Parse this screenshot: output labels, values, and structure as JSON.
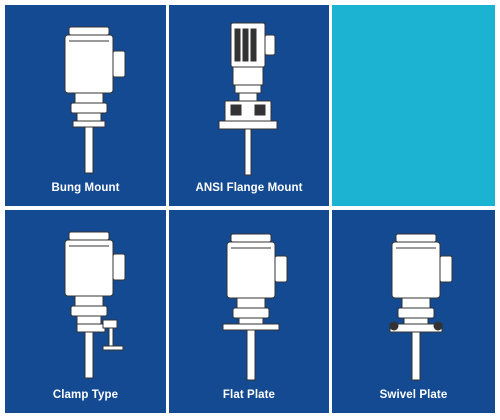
{
  "products": [
    {
      "label": "Bung Mount",
      "icon": "bung-mount-mixer-icon"
    },
    {
      "label": "ANSI Flange Mount",
      "icon": "ansi-flange-mount-mixer-icon"
    },
    {
      "label": "Clamp Type",
      "icon": "clamp-type-mixer-icon"
    },
    {
      "label": "Flat Plate",
      "icon": "flat-plate-mixer-icon"
    },
    {
      "label": "Swivel Plate",
      "icon": "swivel-plate-mixer-icon"
    }
  ],
  "colors": {
    "tile_blue": "#134a91",
    "tile_teal": "#1bb3d1",
    "drawing_fill": "#ffffff",
    "drawing_line": "#333333"
  }
}
